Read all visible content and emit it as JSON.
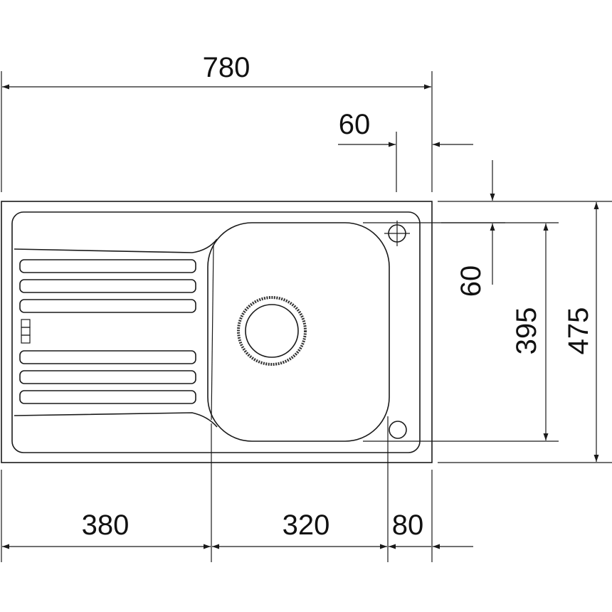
{
  "title": "Sink dimension drawing",
  "dimensions": {
    "overall_width": "780",
    "tap_offset_horizontal": "60",
    "tap_offset_vertical": "60",
    "bowl_depth": "395",
    "overall_depth": "475",
    "drainer_width": "380",
    "bowl_width": "320",
    "right_rim": "80"
  },
  "colors": {
    "line": "#1a1a1a",
    "background": "#ffffff"
  }
}
